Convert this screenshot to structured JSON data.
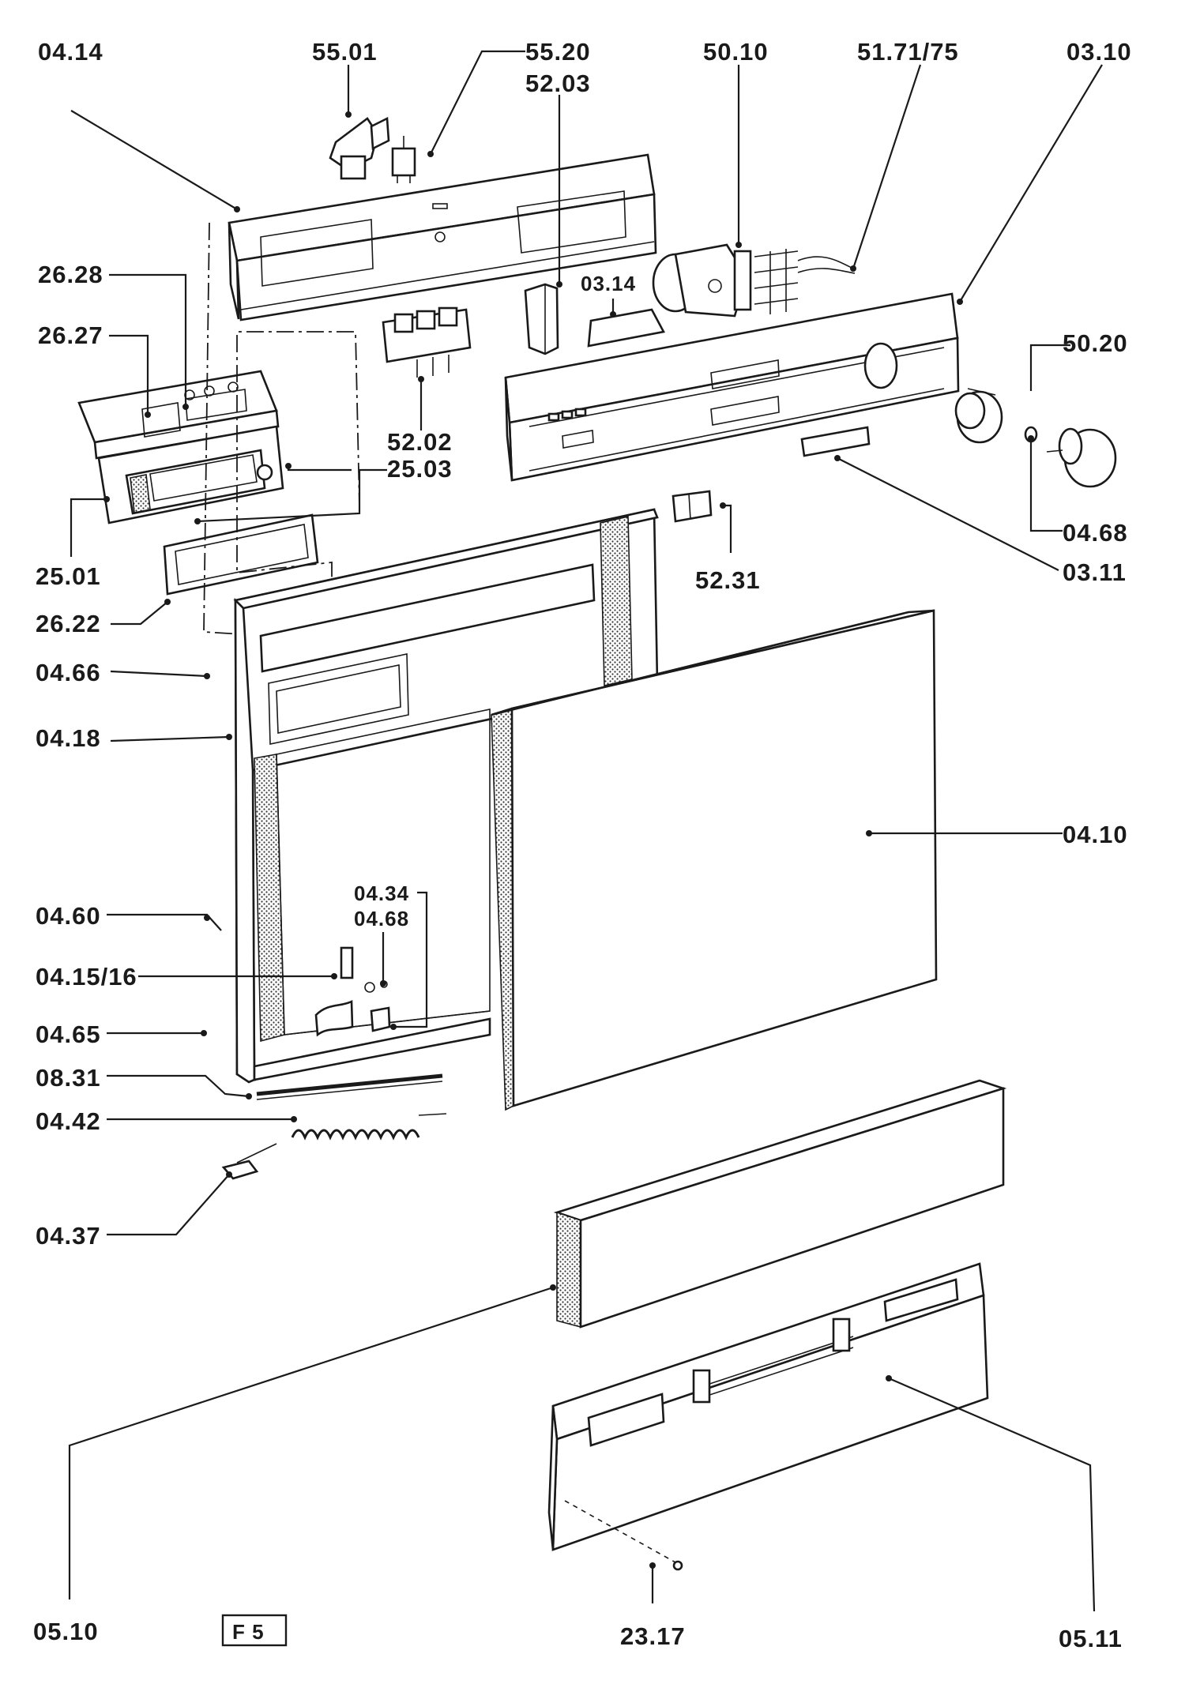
{
  "figure_tag": "F 5",
  "labels": {
    "l_04_14": "04.14",
    "l_55_01": "55.01",
    "l_55_20": "55.20",
    "l_52_03": "52.03",
    "l_50_10": "50.10",
    "l_51_71_75": "51.71/75",
    "l_03_10": "03.10",
    "l_26_28": "26.28",
    "l_26_27": "26.27",
    "l_03_14": "03.14",
    "l_50_20": "50.20",
    "l_52_02": "52.02",
    "l_25_03": "25.03",
    "l_04_68_top": "04.68",
    "l_25_01": "25.01",
    "l_03_11": "03.11",
    "l_52_31": "52.31",
    "l_26_22": "26.22",
    "l_04_66": "04.66",
    "l_04_18": "04.18",
    "l_04_10": "04.10",
    "l_04_34": "04.34",
    "l_04_68": "04.68",
    "l_04_60": "04.60",
    "l_04_15_16": "04.15/16",
    "l_04_65": "04.65",
    "l_08_31": "08.31",
    "l_04_42": "04.42",
    "l_04_37": "04.37",
    "l_05_10": "05.10",
    "l_23_17": "23.17",
    "l_05_11": "05.11"
  }
}
